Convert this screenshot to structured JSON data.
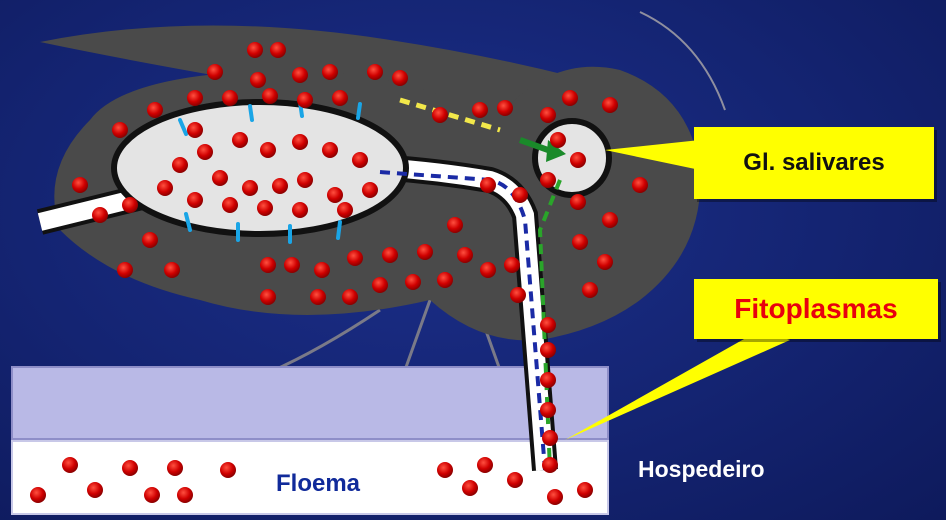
{
  "labels": {
    "glandulas": "Gl. salivares",
    "fitoplasmas": "Fitoplasmas",
    "floema": "Floema",
    "hospedeiro": "Hospedeiro"
  },
  "colors": {
    "background": "#142472",
    "insect_body": "#4a4a4a",
    "phytoplasma": "#cc0000",
    "callout": "#ffff00",
    "fitoplasmas_text": "#e8000e",
    "host_tissue": "#b9b9e6",
    "phloem": "#ffffff"
  }
}
